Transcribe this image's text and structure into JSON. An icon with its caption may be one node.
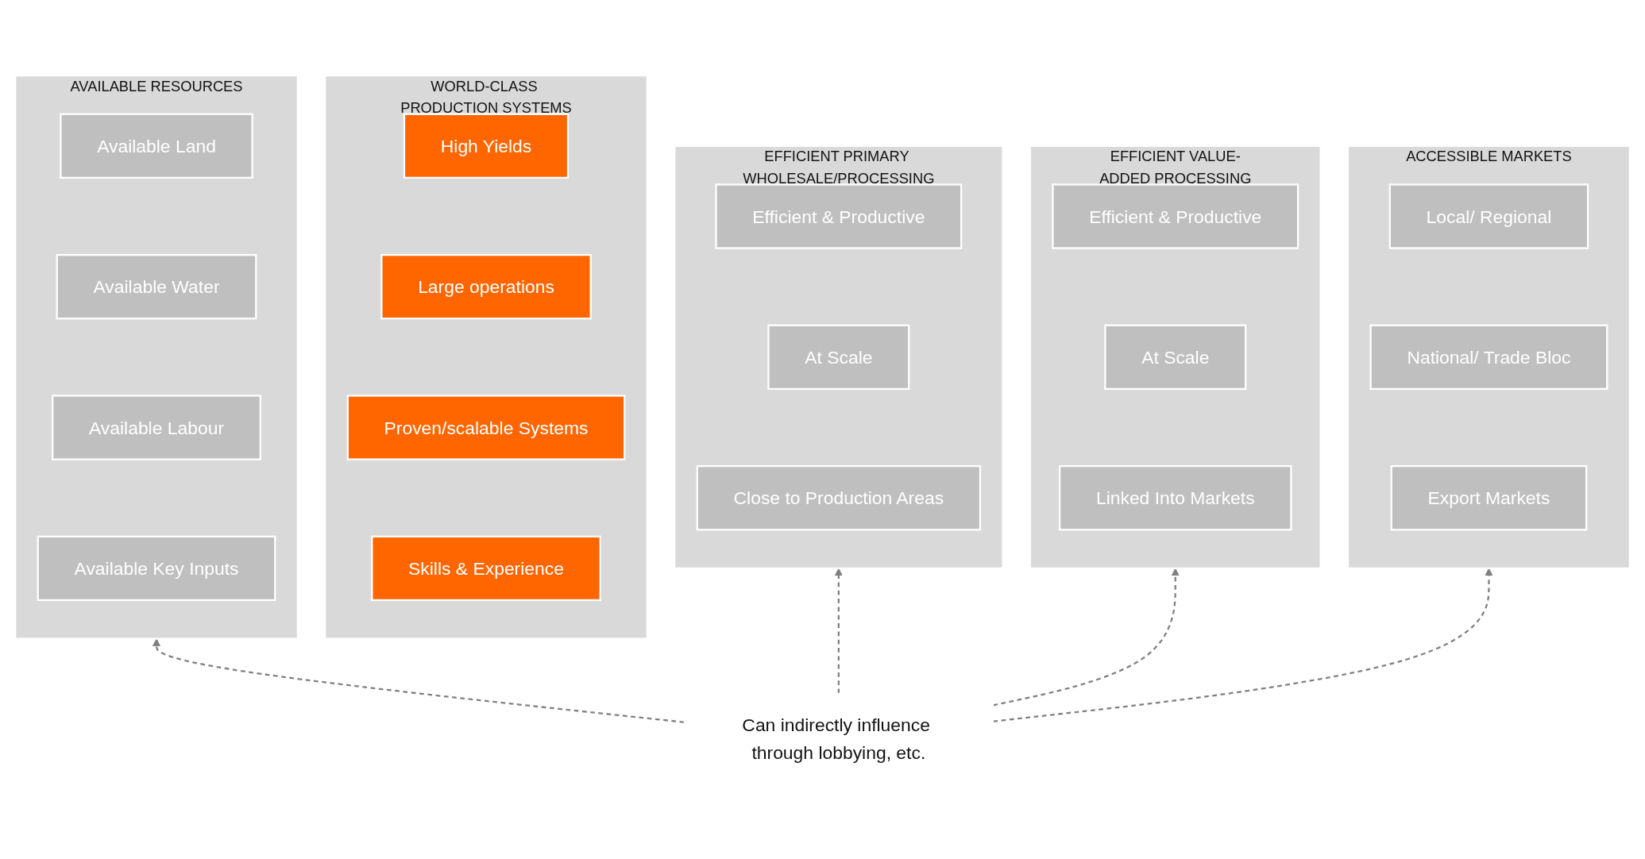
{
  "diagram": {
    "nodes": [
      {
        "text": [
          "AVAILABLE RESOURCES"
        ]
      },
      {
        "text": [
          "Available Land"
        ],
        "in": 0
      },
      {
        "text": [
          "Available Water"
        ],
        "in": 0
      },
      {
        "text": [
          "Available Labour"
        ],
        "in": 0
      },
      {
        "text": [
          "Available Key Inputs"
        ],
        "in": 0
      },
      {
        "text": [
          "WORLD-CLASS PRODUCTION SYSTEMS"
        ]
      },
      {
        "text": [
          "High Yields"
        ],
        "in": 5
      },
      {
        "text": [
          "Large operations"
        ],
        "in": 5
      },
      {
        "text": [
          "Proven/scalable Systems"
        ],
        "in": 5
      },
      {
        "text": [
          "Skills & Experience"
        ],
        "in": 5
      },
      {
        "text": [
          "EFFICIENT PRIMARY WHOLESALE/PROCESSING"
        ]
      },
      {
        "text": [
          "Efficient & Productive"
        ],
        "in": 10
      },
      {
        "text": [
          "At Scale"
        ],
        "in": 10
      },
      {
        "text": [
          "Close to Production Areas"
        ],
        "in": 10
      },
      {
        "text": [
          "EFFICIENT VALUE-ADDED PROCESSING"
        ]
      },
      {
        "text": [
          "Efficient & Productive"
        ],
        "in": 14
      },
      {
        "text": [
          "At Scale"
        ],
        "in": 14
      },
      {
        "text": [
          "Linked Into Markets"
        ],
        "in": 14
      },
      {
        "text": [
          "ACCESSIBLE MARKETS"
        ]
      },
      {
        "text": [
          "Local/ Regional"
        ],
        "in": 18
      },
      {
        "text": [
          "National/ Trade Bloc"
        ],
        "in": 18
      },
      {
        "text": [
          "Export Markets"
        ],
        "in": 18
      },
      {
        "text": [
          "Can indirectly influence through lobbying, etc."
        ]
      }
    ],
    "edges": [
      {
        "from": 22,
        "to": 0,
        "arrow": "to",
        "style": "dashed"
      },
      {
        "from": 22,
        "to": 10,
        "arrow": "to",
        "style": "dashed"
      },
      {
        "from": 22,
        "to": 14,
        "arrow": "to",
        "style": "dashed"
      },
      {
        "from": 22,
        "to": 18,
        "arrow": "to",
        "style": "dashed"
      }
    ]
  }
}
